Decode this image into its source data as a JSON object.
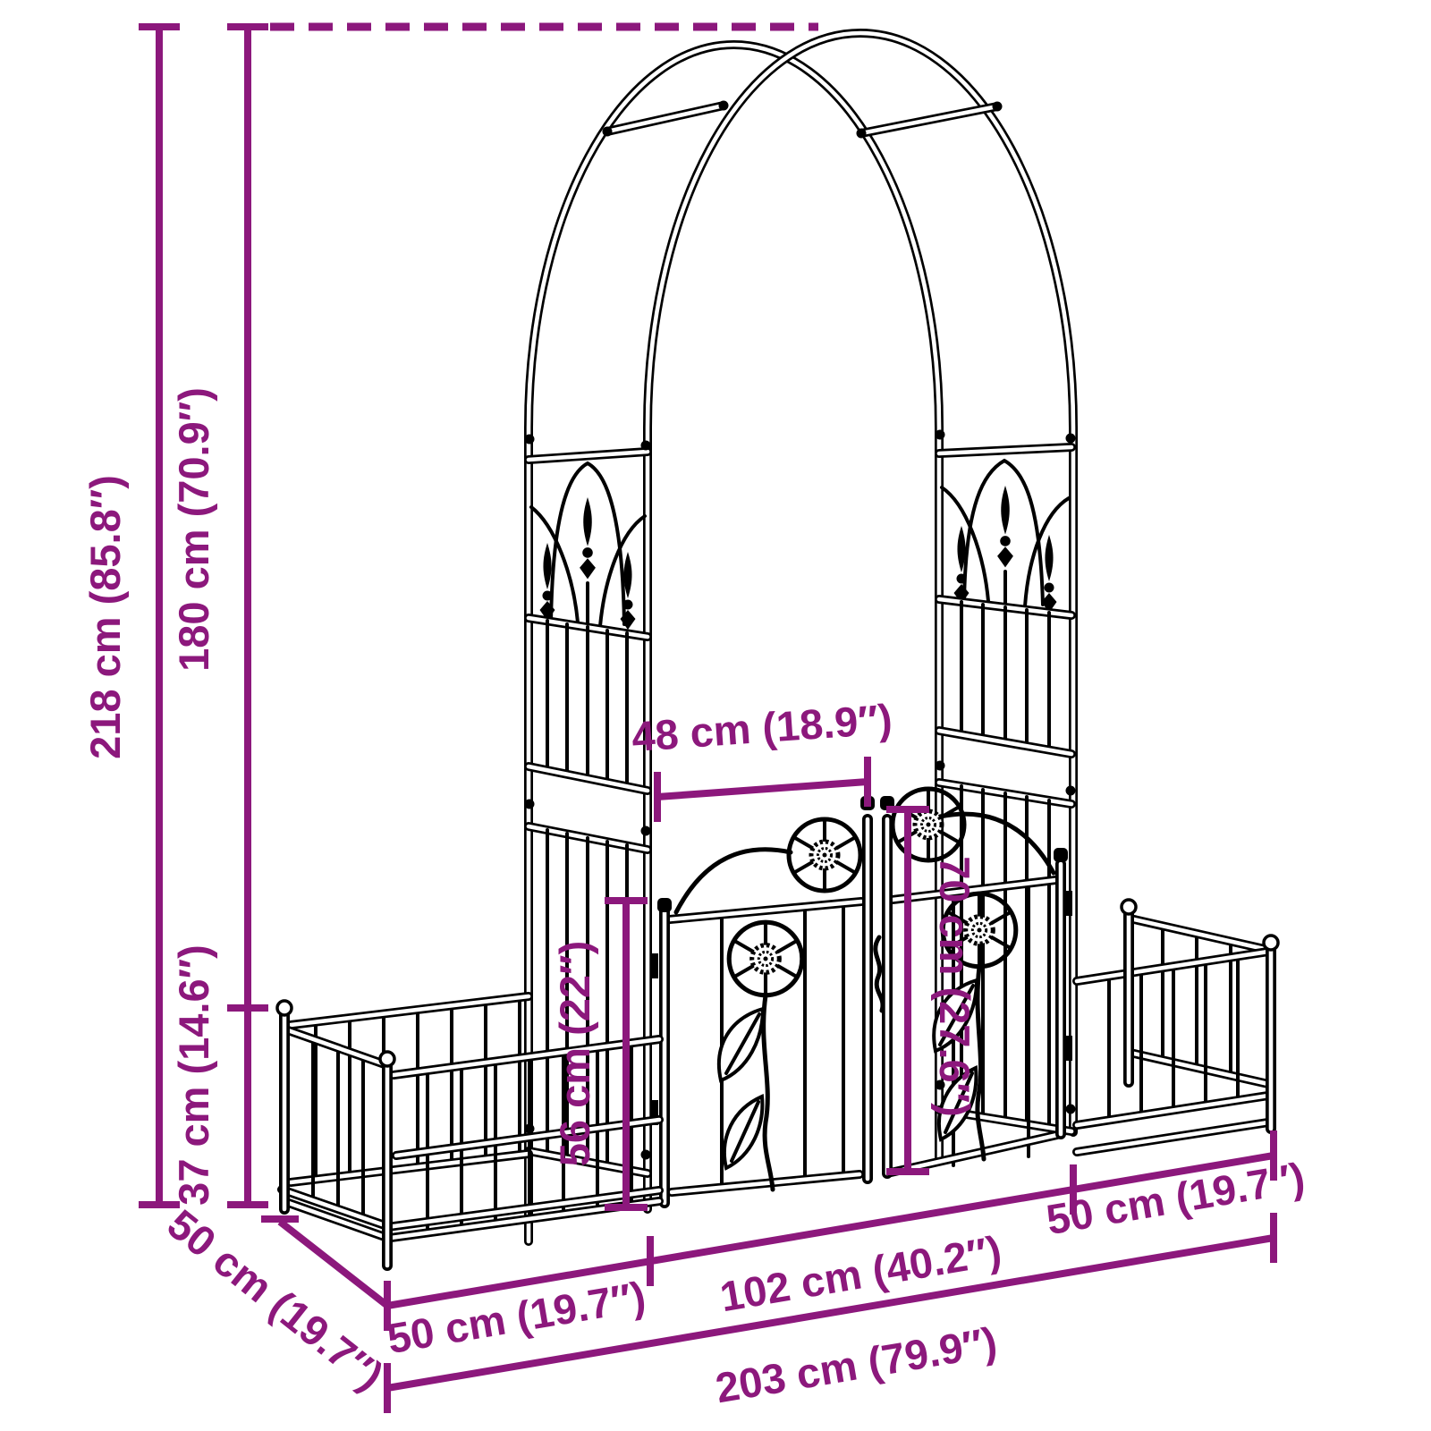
{
  "diagram": {
    "colors": {
      "annotation": "#8C187C",
      "line_art": "#000000",
      "background": "#FFFFFF"
    },
    "dimensions": {
      "total_height": "218 cm (85.8″)",
      "height_arch_to_planter_top": "180 cm (70.9″)",
      "planter_height": "37 cm (14.6″)",
      "gate_leaf_width": "48 cm (18.9″)",
      "gate_center_height": "70 cm (27.6″)",
      "gate_side_height": "56 cm (22″)",
      "planter_depth": "50 cm (19.7″)",
      "left_planter_width": "50 cm (19.7″)",
      "gate_opening_width": "102 cm (40.2″)",
      "right_planter_width": "50 cm (19.7″)",
      "total_width": "203 cm (79.9″)"
    }
  }
}
